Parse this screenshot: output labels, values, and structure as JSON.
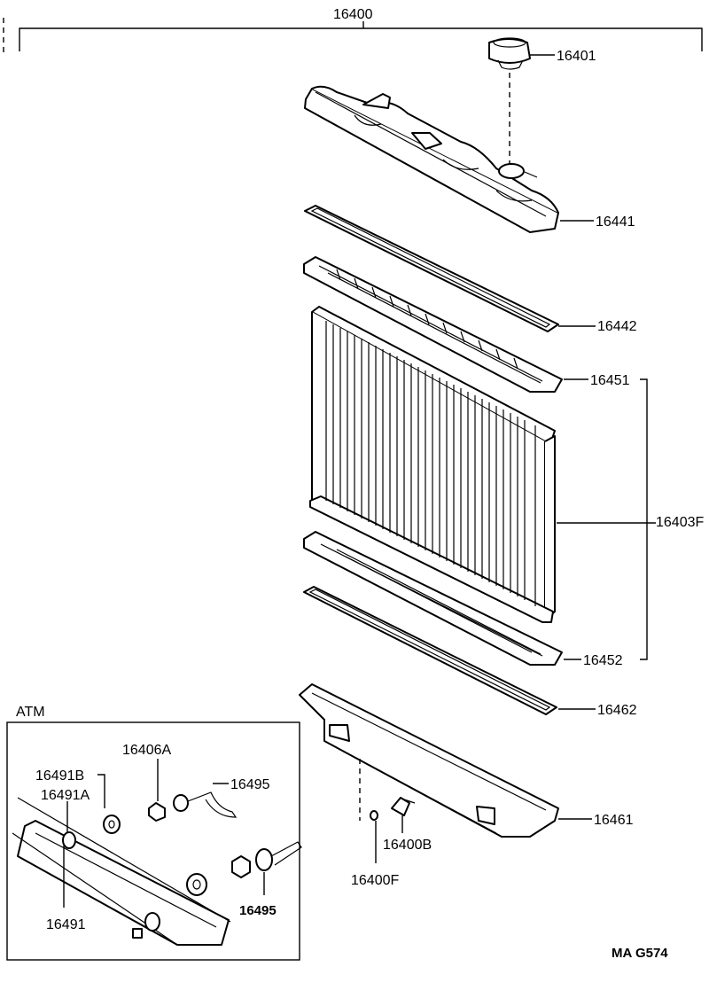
{
  "labels": {
    "assembly": "16400",
    "cap": "16401",
    "upper_tank": "16441",
    "upper_gasket": "16442",
    "upper_plate": "16451",
    "core": "16403F",
    "lower_plate": "16452",
    "lower_gasket": "16462",
    "lower_tank": "16461",
    "drain_cock": "16400B",
    "drain_plug": "16400F",
    "atm_title": "ATM",
    "inset_16406a": "16406A",
    "inset_16491b": "16491B",
    "inset_16491a": "16491A",
    "inset_16495_top": "16495",
    "inset_16495_bottom": "16495",
    "inset_16491": "16491",
    "diagram_code": "MA G574"
  },
  "colors": {
    "ink": "#000000",
    "paper": "#ffffff"
  }
}
